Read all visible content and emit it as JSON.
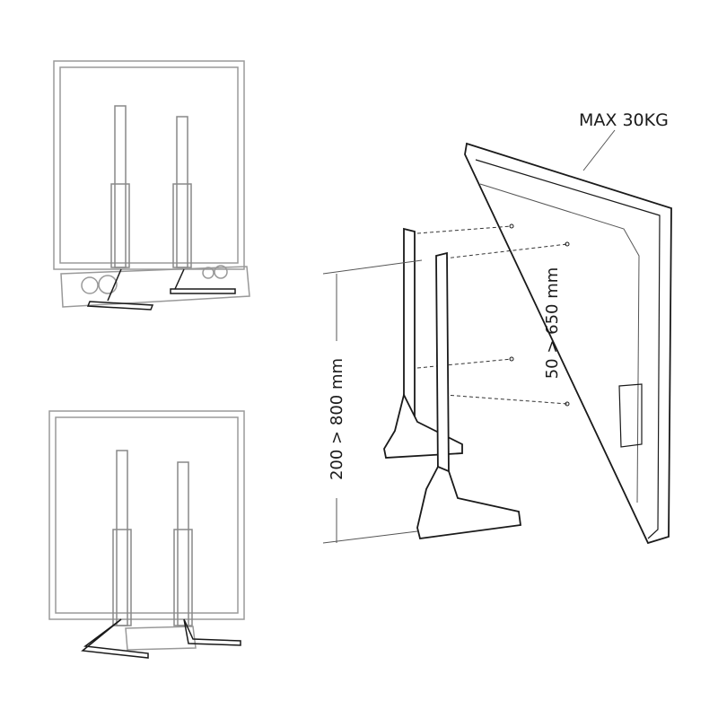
{
  "labels": {
    "max_load": "MAX 30KG",
    "height_range": "200 > 800 mm",
    "vesa_range": "50 > 650 mm"
  },
  "colors": {
    "line": "#1a1a1a",
    "ghost_line": "#9a9a9a",
    "background": "#ffffff"
  }
}
